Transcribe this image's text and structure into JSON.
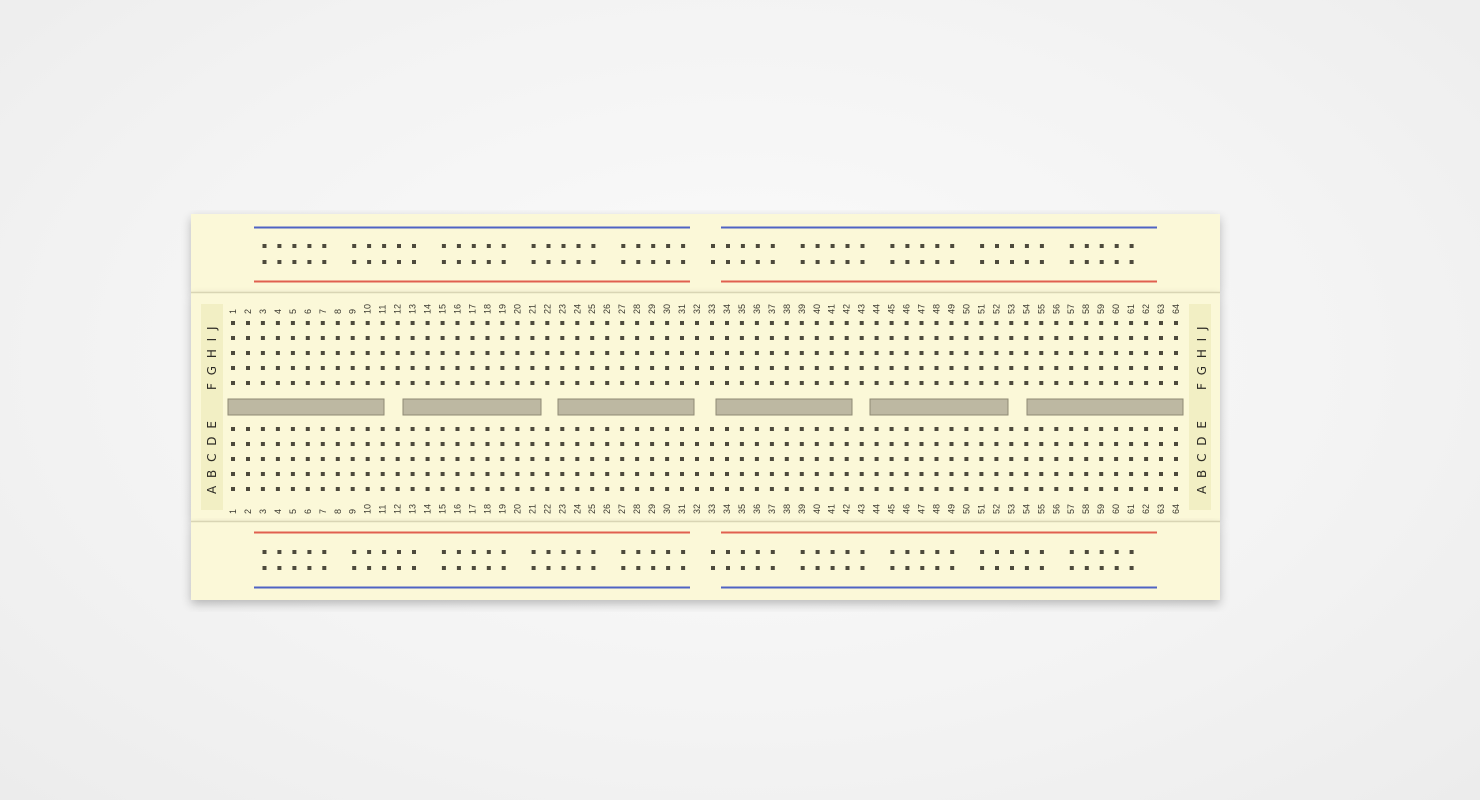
{
  "breadboard": {
    "column_numbers": [
      "1",
      "2",
      "3",
      "4",
      "5",
      "6",
      "7",
      "8",
      "9",
      "10",
      "11",
      "12",
      "13",
      "14",
      "15",
      "16",
      "17",
      "18",
      "19",
      "20",
      "21",
      "22",
      "23",
      "24",
      "25",
      "26",
      "27",
      "28",
      "29",
      "30",
      "31",
      "32",
      "33",
      "34",
      "35",
      "36",
      "37",
      "38",
      "39",
      "40",
      "41",
      "42",
      "43",
      "44",
      "45",
      "46",
      "47",
      "48",
      "49",
      "50",
      "51",
      "52",
      "53",
      "54",
      "55",
      "56",
      "57",
      "58",
      "59",
      "60",
      "61",
      "62",
      "63",
      "64"
    ],
    "top_row_labels": "F G H I J",
    "bottom_row_labels": "A B C D E",
    "colors": {
      "background": "#f3f3f3",
      "board": "#fbf8d8",
      "label_panel": "#f2efc4",
      "hole": "#4d4a3c",
      "rail_positive_line": "#e0604f",
      "rail_negative_line": "#4f63c4",
      "trench": "#bdb8a2"
    }
  }
}
